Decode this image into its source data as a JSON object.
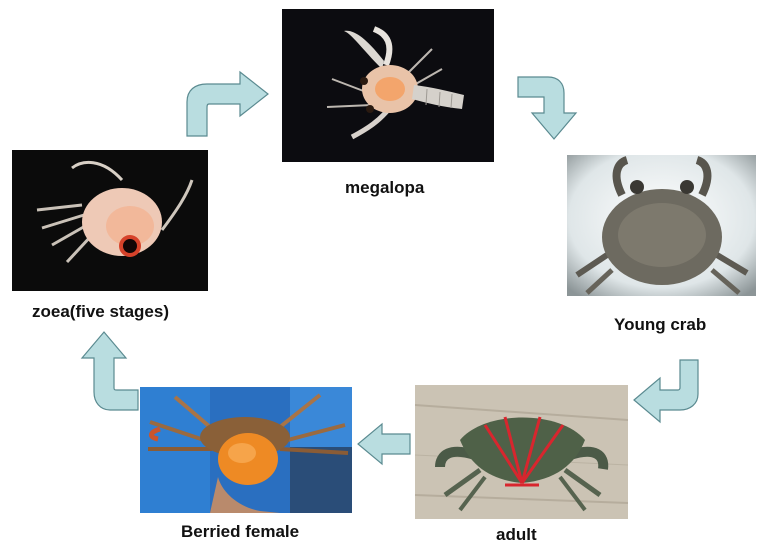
{
  "stages": {
    "megalopa": {
      "label": "megalopa"
    },
    "young_crab": {
      "label": "Young crab"
    },
    "adult": {
      "label": "adult"
    },
    "berried_female": {
      "label": "Berried female"
    },
    "zoea": {
      "label": "zoea(five stages)"
    }
  },
  "colors": {
    "arrow_fill": "#b9dde0",
    "arrow_stroke": "#5a8a90",
    "label_text": "#111111"
  }
}
